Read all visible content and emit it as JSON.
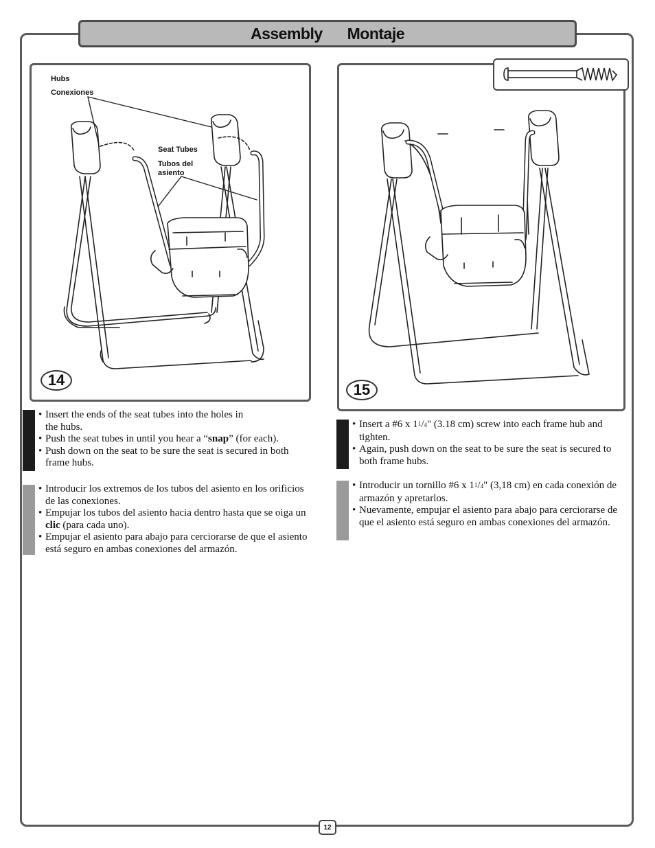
{
  "header": {
    "title_en": "Assembly",
    "title_es": "Montaje"
  },
  "step14": {
    "number": "14",
    "labels": {
      "hubs": "Hubs",
      "conexiones": "Conexiones",
      "seat_tubes": "Seat Tubes",
      "tubos_line1": "Tubos del",
      "tubos_line2": "asiento"
    },
    "english": [
      {
        "line1": "Insert the ends of the seat tubes into the holes in",
        "line2": "the hubs."
      },
      {
        "before": "Push the seat tubes in until you hear a “",
        "bold": "snap",
        "after": "” (for each)."
      },
      {
        "text": "Push down on the seat to be sure the seat is secured in both frame hubs."
      }
    ],
    "spanish": [
      {
        "text": "Introducir los extremos de los tubos del asiento en los orificios de las conexiones."
      },
      {
        "before": "Empujar los tubos del asiento hacia dentro hasta que se oiga un ",
        "bold": "clic",
        "after": " (para cada uno)."
      },
      {
        "text": "Empujar el asiento para abajo para cerciorarse de que el asiento está seguro en ambas conexiones del armazón."
      }
    ]
  },
  "step15": {
    "number": "15",
    "english": [
      {
        "before": "Insert a #6 x 1",
        "sup": "1",
        "frac": "/",
        "sub": "4",
        "after": "\" (3.18 cm) screw into each frame hub and tighten."
      },
      {
        "text": "Again, push down on the seat to be sure the seat is secured to both frame hubs."
      }
    ],
    "spanish": [
      {
        "before": "Introducir un tornillo #6 x 1",
        "sup": "1",
        "frac": "/",
        "sub": "4",
        "after": "\" (3,18 cm) en cada conexión de armazón y apretarlos."
      },
      {
        "text": "Nuevamente, empujar el asiento para abajo para cerciorarse de que el asiento está seguro en ambas conexiones del armazón."
      }
    ]
  },
  "colors": {
    "english_bar": "#1c1c1c",
    "spanish_bar": "#9a9a9a",
    "header_bg": "#b9b9b9",
    "frame": "#5a5a5a"
  },
  "page_number": "12"
}
